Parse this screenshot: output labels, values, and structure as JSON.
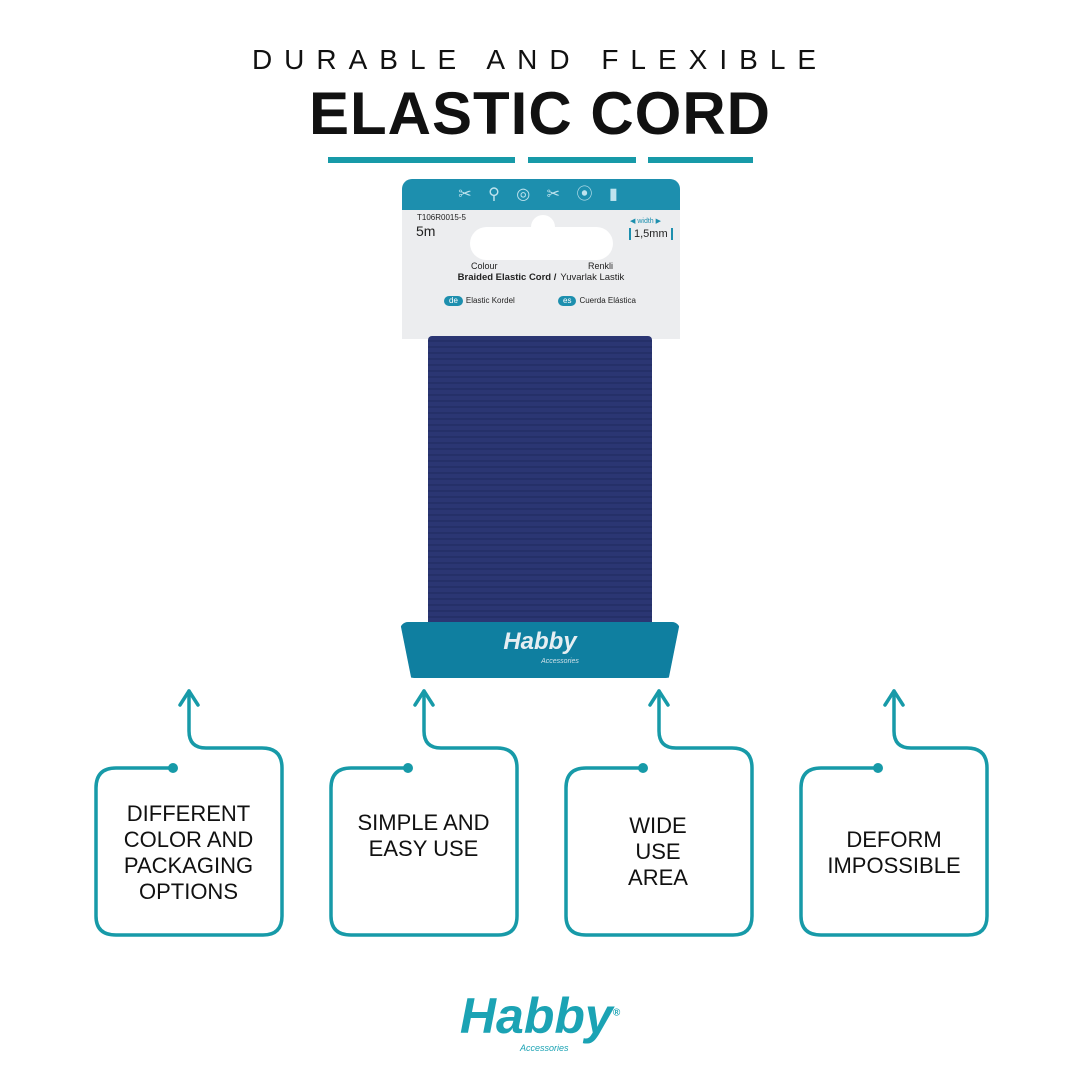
{
  "header": {
    "subtitle": "DURABLE AND FLEXIBLE",
    "title": "ELASTIC CORD"
  },
  "product": {
    "band_icons": "✂ ⚲ ◎ ✂ ⦿ ▮",
    "code": "T106R0015-5",
    "length": "5m",
    "width_label": "◀ width ▶",
    "width_value": "1,5mm",
    "colour_label": "Colour",
    "colour_tr": "Renkli",
    "name_en": "Braided Elastic Cord /",
    "name_tr": "Yuvarlak Lastik",
    "lang_de": "de",
    "name_de": "Elastic Kordel",
    "lang_es": "es",
    "name_es": "Cuerda Elástica",
    "tab_brand": "Habby",
    "tab_brand_sub": "Accessories",
    "cord_color": "#2b3673"
  },
  "features": [
    {
      "text": "DIFFERENT COLOR AND PACKAGING OPTIONS"
    },
    {
      "text": "SIMPLE AND EASY USE"
    },
    {
      "text": "WIDE USE AREA"
    },
    {
      "text": "DEFORM IMPOSSIBLE"
    }
  ],
  "footer": {
    "brand": "Habby",
    "brand_reg": "®",
    "brand_sub": "Accessories"
  },
  "colors": {
    "accent": "#179aa8",
    "text": "#111111"
  }
}
